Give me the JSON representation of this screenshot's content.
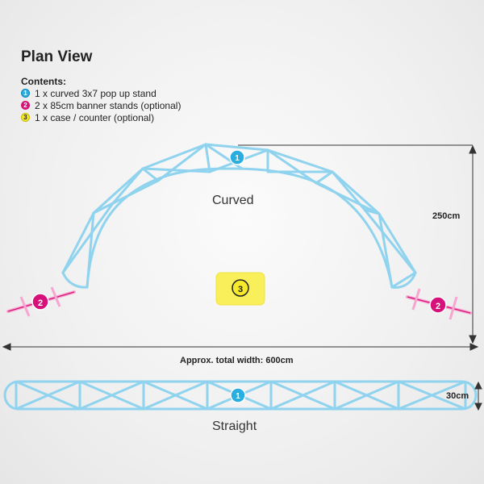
{
  "title": "Plan View",
  "contents_heading": "Contents:",
  "legend": [
    {
      "num": "1",
      "text": "1 x curved 3x7 pop up stand",
      "color": "#2aaee0"
    },
    {
      "num": "2",
      "text": "2 x 85cm banner stands (optional)",
      "color": "#d6127a"
    },
    {
      "num": "3",
      "text": "1 x case / counter (optional)",
      "color": "#f6ea2a"
    }
  ],
  "labels": {
    "curved": "Curved",
    "straight": "Straight",
    "height": "250cm",
    "width": "Approx. total width: 600cm",
    "depth": "30cm"
  },
  "markers": {
    "stand": "1",
    "banner": "2",
    "counter": "3"
  },
  "colors": {
    "frame": "#8fd3ee",
    "frame_stroke": "#6cc6ea",
    "accent_blue": "#2aaee0",
    "accent_pink": "#d6127a",
    "accent_yellow": "#f6ea2a"
  }
}
